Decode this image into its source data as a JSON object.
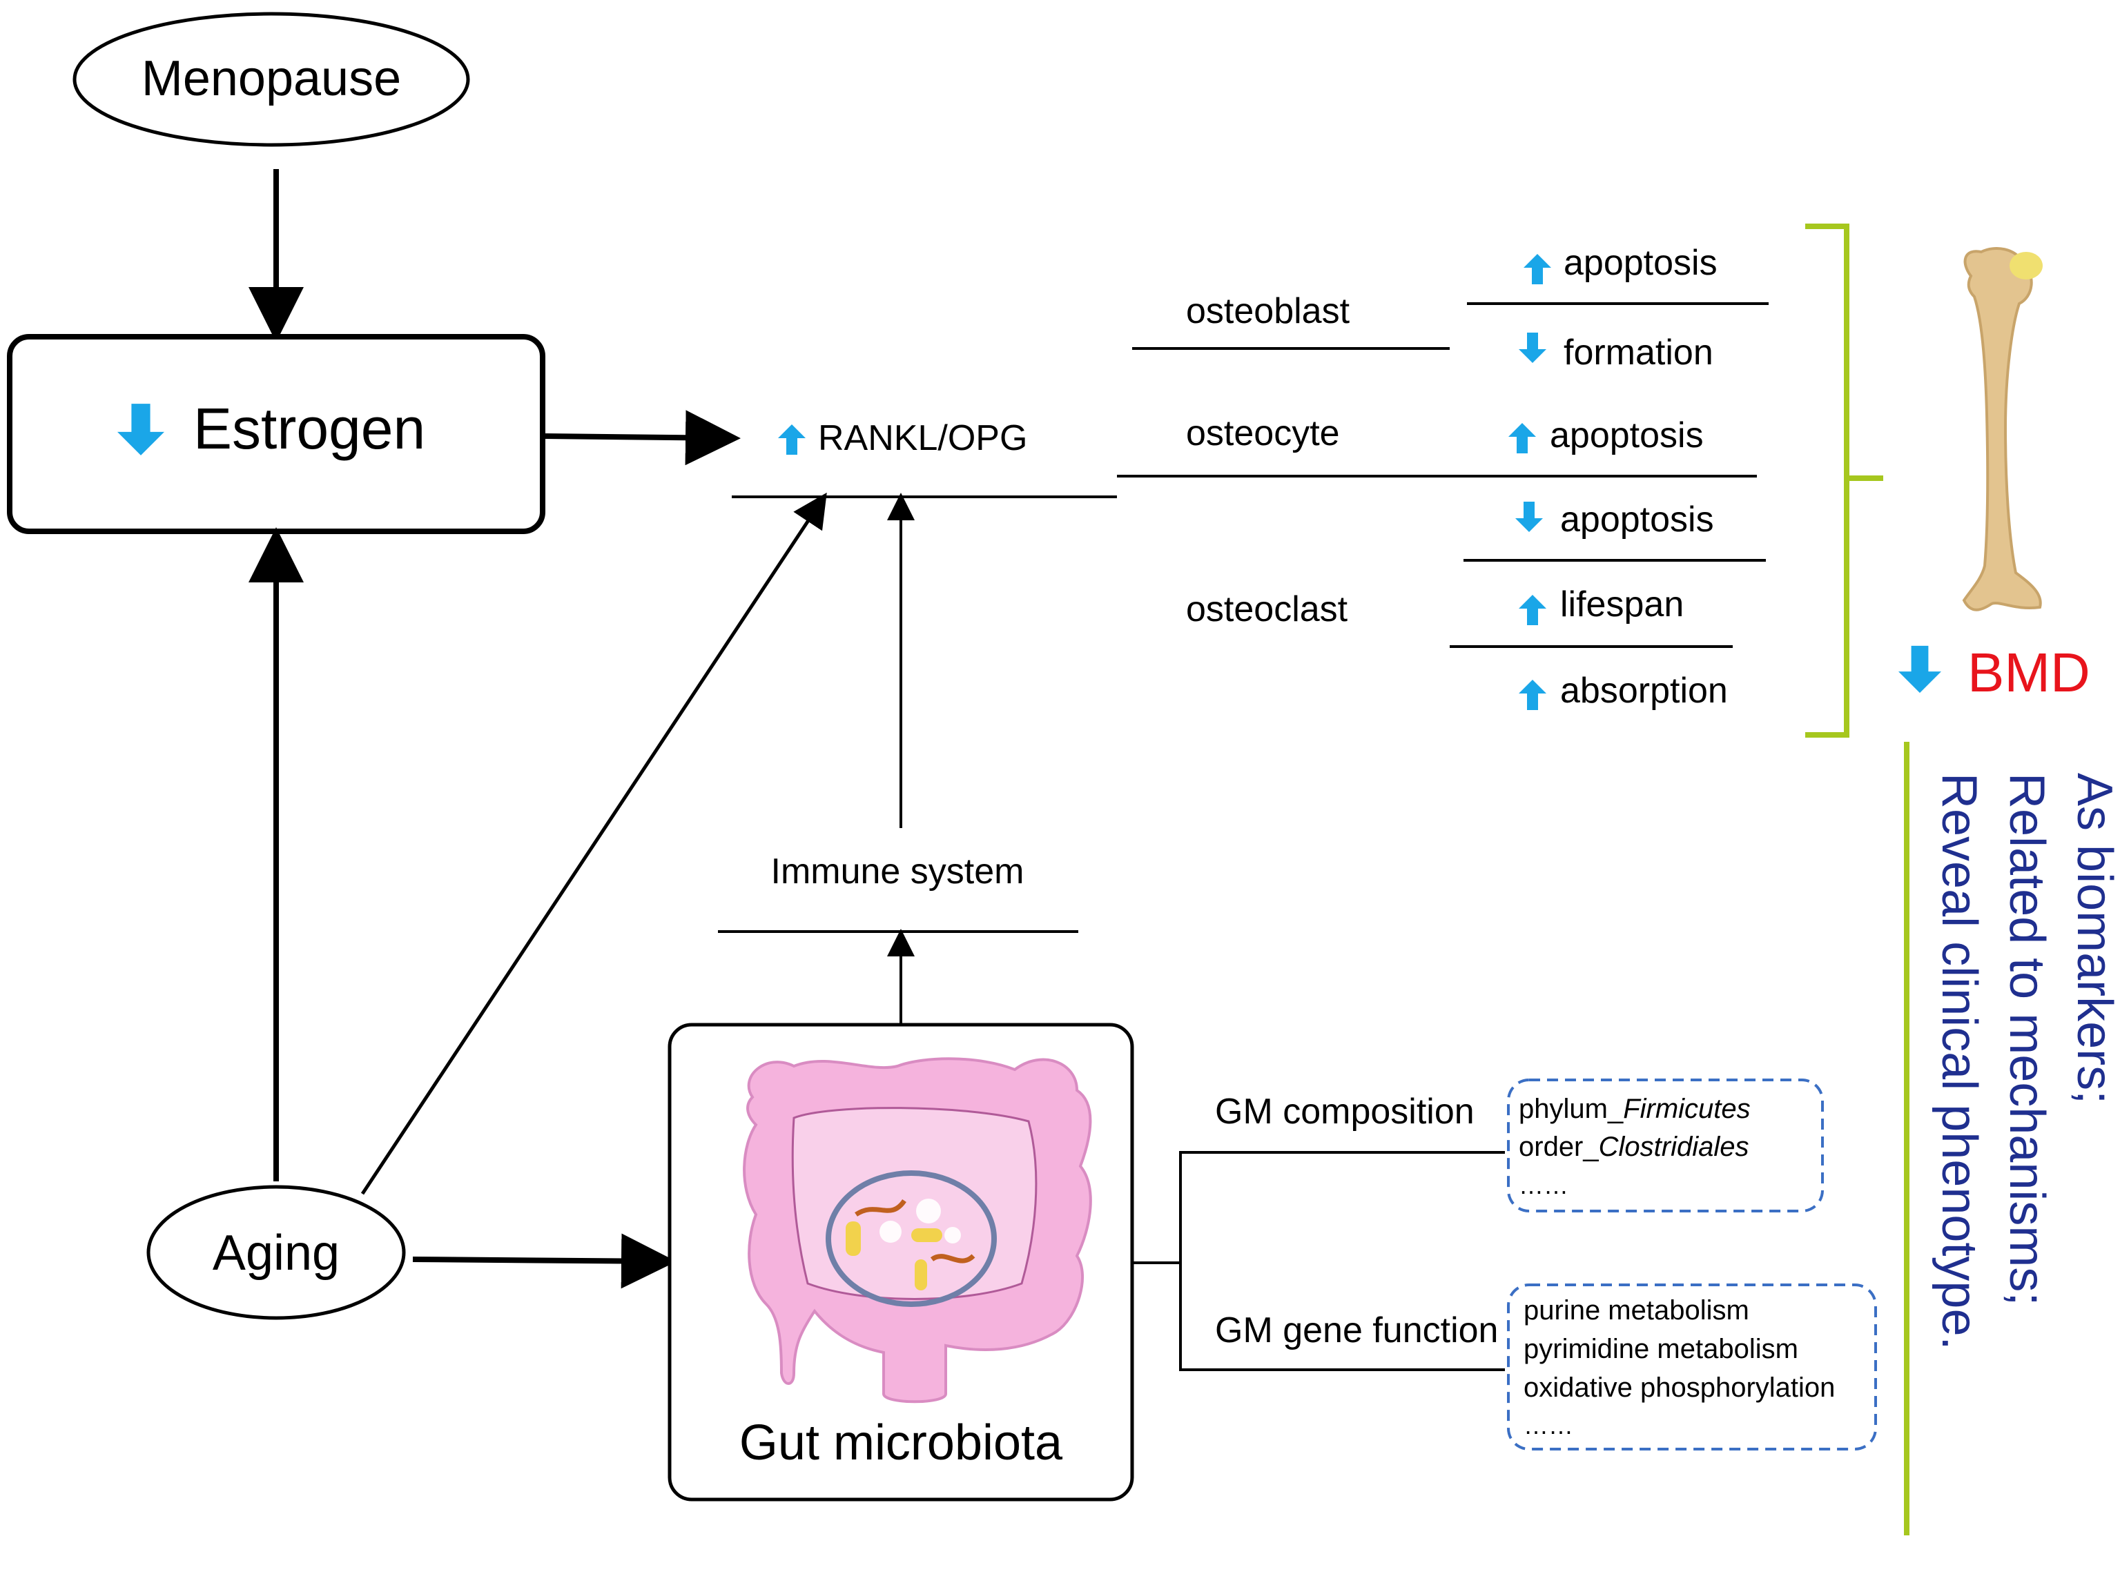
{
  "nodes": {
    "menopause": "Menopause",
    "estrogen": "Estrogen",
    "aging": "Aging",
    "rankl": "RANKL/OPG",
    "immune": "Immune system",
    "gut": "Gut microbiota"
  },
  "cells": {
    "osteoblast": "osteoblast",
    "osteocyte": "osteocyte",
    "osteoclast": "osteoclast"
  },
  "effects": {
    "ob_apoptosis": "apoptosis",
    "ob_formation": "formation",
    "oc_apoptosis": "apoptosis",
    "ocl_apoptosis": "apoptosis",
    "ocl_lifespan": "lifespan",
    "ocl_absorption": "absorption"
  },
  "bmd": "BMD",
  "gm": {
    "composition_label": "GM composition",
    "composition_items": [
      "phylum_",
      "Firmicutes",
      "order_",
      "Clostridiales",
      "……"
    ],
    "function_label": "GM gene function",
    "function_items": [
      "purine metabolism",
      "pyrimidine metabolism",
      "oxidative phosphorylation",
      "……"
    ]
  },
  "side_text": [
    "As biomarkers;",
    "Related to mechanisms;",
    "Reveal clinical phenotype."
  ],
  "colors": {
    "arrow_blue": "#1aa6e8",
    "bracket_green": "#a6c71e",
    "bmd_red": "#e8141c",
    "side_text_navy": "#1f2f8f",
    "dashed_box": "#3b6fc4",
    "gut_pink": "#f2a6d8"
  },
  "icons": {
    "up": "up-arrow-icon",
    "down": "down-arrow-icon",
    "bone": "femur-bone-icon",
    "gut": "intestine-icon"
  }
}
